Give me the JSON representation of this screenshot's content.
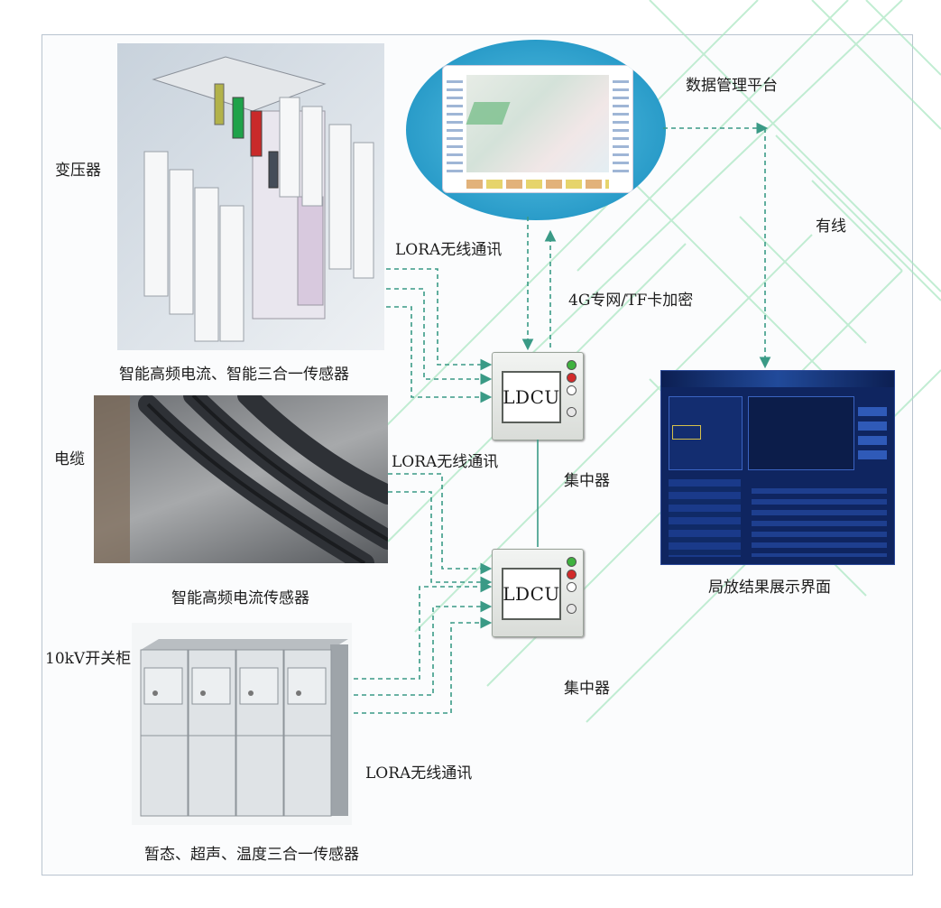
{
  "labels": {
    "transformer": "变压器",
    "platform": "数据管理平台",
    "wired": "有线",
    "lora_top": "LORA无线通讯",
    "network_4g": "4G专网/TF卡加密",
    "sensor_transformer": "智能高频电流、智能三合一传感器",
    "cable": "电缆",
    "lora_mid": "LORA无线通讯",
    "concentrator_1": "集中器",
    "sensor_cable": "智能高频电流传感器",
    "switchgear": "10kV开关柜",
    "concentrator_2": "集中器",
    "lora_bottom": "LORA无线通讯",
    "sensor_switchgear": "暂态、超声、温度三合一传感器",
    "display": "局放结果展示界面"
  },
  "devices": {
    "ldcu_top": "LDCU",
    "ldcu_bottom": "LDCU"
  },
  "colors": {
    "link_dashed": "#3a9a86",
    "frame_border": "#b9c4cf",
    "watermark": "#9fe3b9",
    "dashboard_bg": "#0f2560",
    "platform_oval": "#34a9cf"
  }
}
